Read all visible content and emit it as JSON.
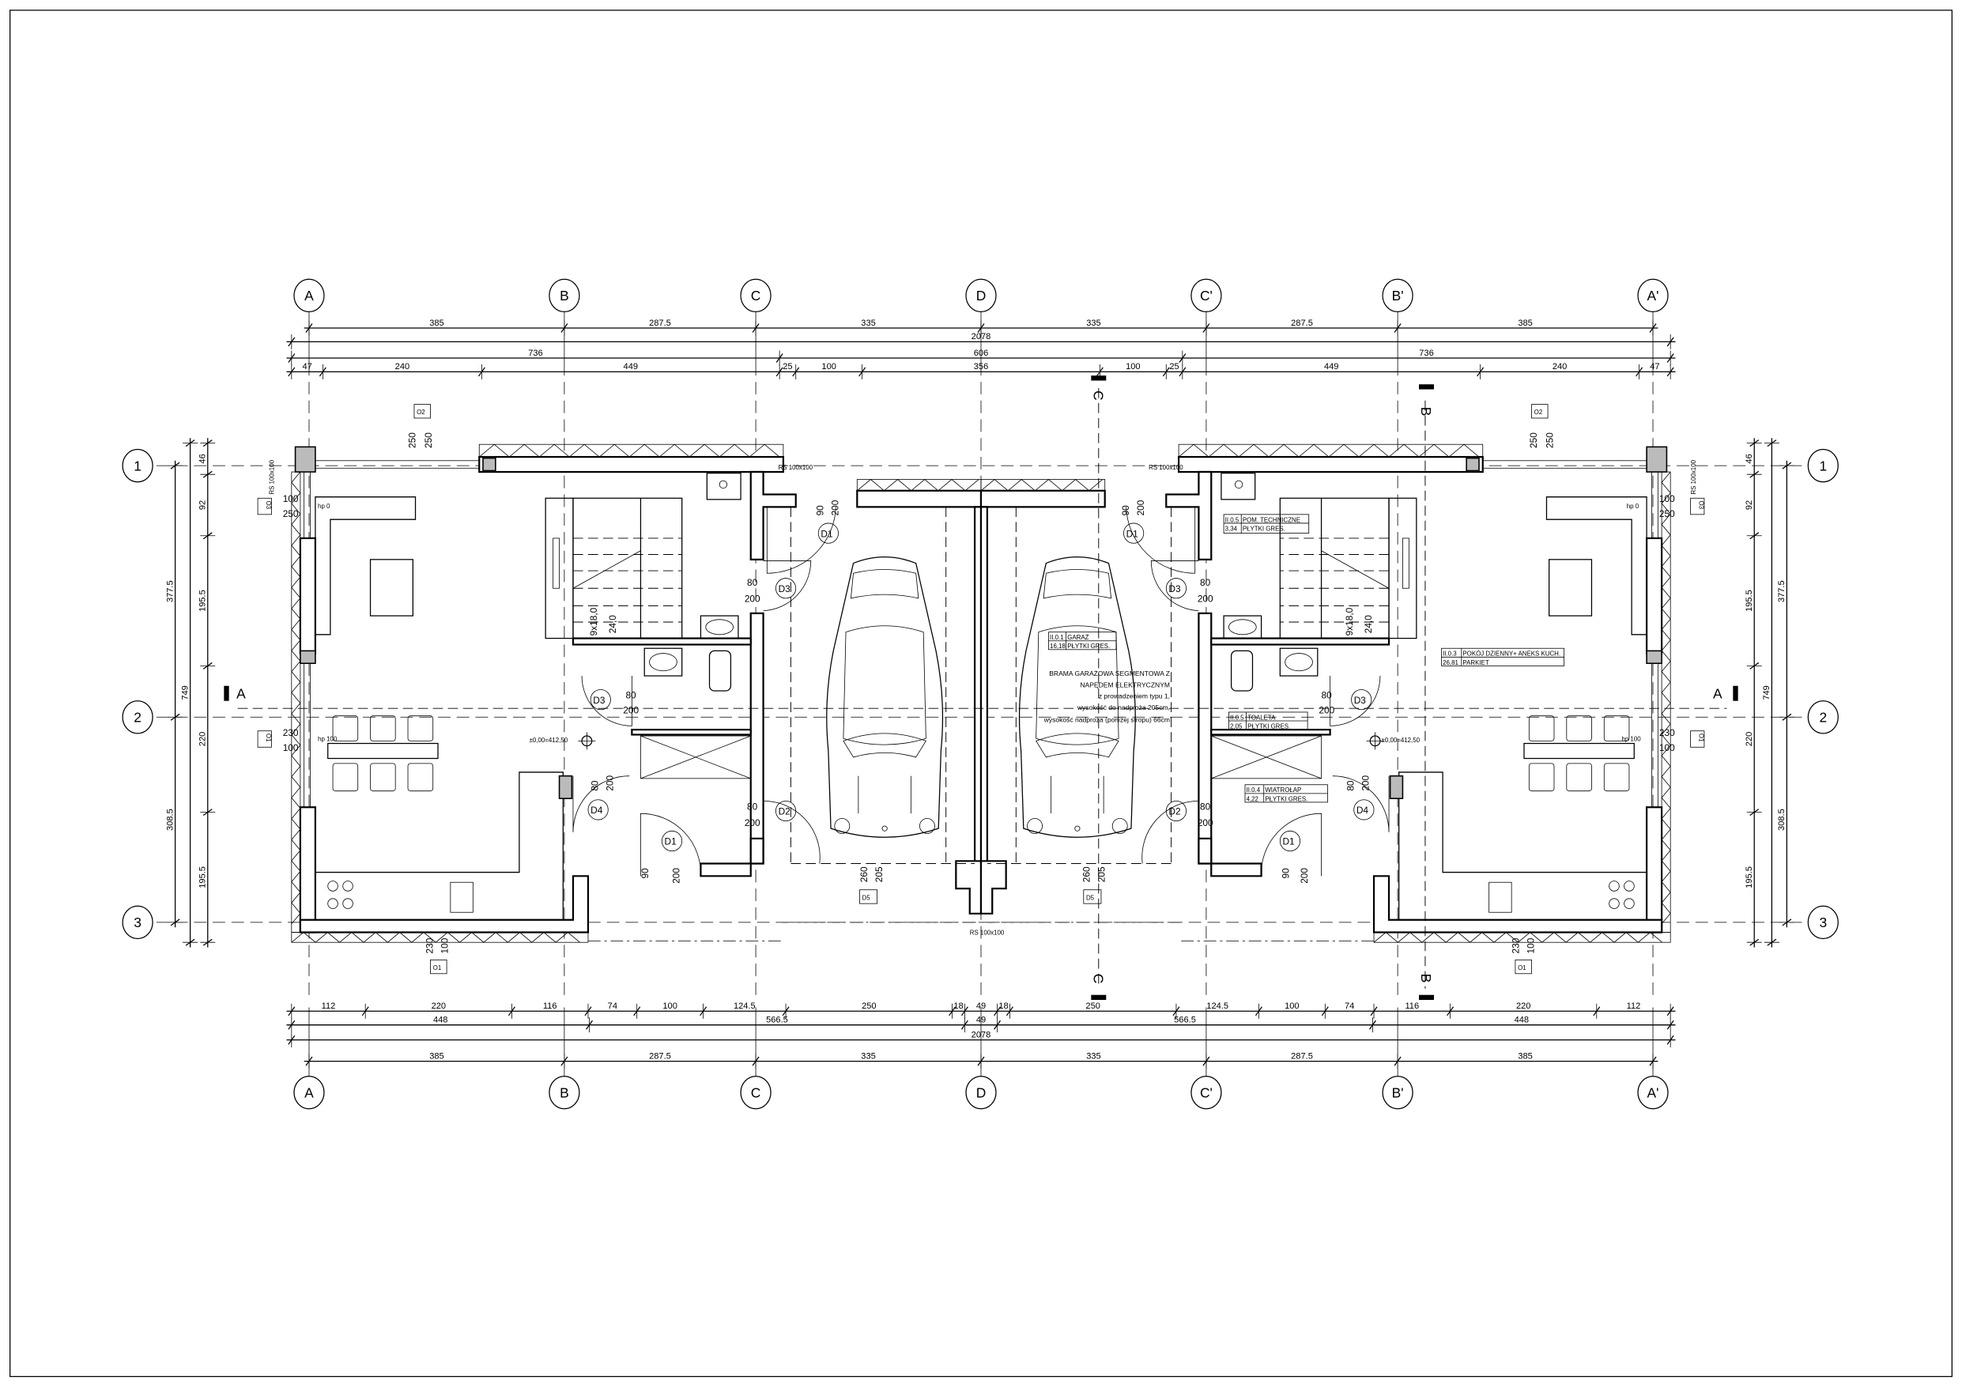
{
  "axes": {
    "columns": [
      "A",
      "B",
      "C",
      "D",
      "C'",
      "B'",
      "A'"
    ],
    "rows": [
      "1",
      "2",
      "3"
    ]
  },
  "dimensions": {
    "top": {
      "axes": [
        "385",
        "287.5",
        "335",
        "335",
        "287.5",
        "385"
      ],
      "overall": [
        "2078"
      ],
      "zones": [
        "736",
        "606",
        "736"
      ],
      "detail": [
        "47",
        "240",
        "449",
        "25",
        "100",
        "356",
        "100",
        "25",
        "449",
        "240",
        "47"
      ]
    },
    "bottom": {
      "detail": [
        "112",
        "220",
        "116",
        "74",
        "100",
        "124.5",
        "250",
        "18",
        "49",
        "18",
        "250",
        "124.5",
        "100",
        "74",
        "116",
        "220",
        "112"
      ],
      "zones": [
        "448",
        "566.5",
        "49",
        "566.5",
        "448"
      ],
      "overall": [
        "2078"
      ],
      "axes": [
        "385",
        "287.5",
        "335",
        "335",
        "287.5",
        "385"
      ]
    },
    "side": {
      "detail": [
        "46",
        "92",
        "195.5",
        "220",
        "195.5"
      ],
      "overall": [
        "749"
      ],
      "axes": [
        "377.5",
        "308.5"
      ]
    }
  },
  "rooms": {
    "garage": {
      "number": "II.0.1",
      "name": "GARAŻ",
      "area": "16,18",
      "floor": "PŁYTKI GRES."
    },
    "living": {
      "number": "II.0.3",
      "name": "POKÓJ DZIENNY+ ANEKS KUCH.",
      "area": "26,81",
      "floor": "PARKIET"
    },
    "vestibule": {
      "number": "II.0.4",
      "name": "WIATROŁAP",
      "area": "4,22",
      "floor": "PŁYTKI GRES."
    },
    "toilet": {
      "number": "II.0.5",
      "name": "TOALETA",
      "area": "2,05",
      "floor": "PŁYTKI GRES."
    },
    "technical": {
      "number": "II.0.5",
      "name": "POM. TECHNICZNE",
      "area": "3,34",
      "floor": "PŁYTKI GRES."
    }
  },
  "garage_gate_note": [
    "BRAMA GARAŻOWA SEGMENTOWA Z",
    "NAPĘDEM ELEKTRYCZNYM",
    "z prowadzeniem typu 1,",
    "wysokość do nadproża 205cm,",
    "wysokość nadproża (poniżej stropu) 66cm"
  ],
  "doors": {
    "d1": {
      "tag": "D1",
      "width": "90",
      "height": "200"
    },
    "d2": {
      "tag": "D2",
      "width": "80",
      "height": "200"
    },
    "d3": {
      "tag": "D3",
      "width": "80",
      "height": "200"
    },
    "d4": {
      "tag": "D4",
      "width": "80",
      "height": "200"
    },
    "d5": {
      "tag": "D5",
      "width": "260",
      "height": "205"
    }
  },
  "windows": {
    "o1": {
      "tag": "O1",
      "width": "230",
      "height": "100",
      "sill": "hp 100"
    },
    "o2": {
      "tag": "O2",
      "width": "250",
      "height": "250"
    },
    "o3": {
      "tag": "O3",
      "width": "100",
      "height": "250",
      "sill": "hp 0"
    }
  },
  "stairs": {
    "steps": "9x18,0",
    "tread": "24,0"
  },
  "elevation": "±0,00=412,50",
  "vent_label": "RS 100x100",
  "sections": {
    "a": "A",
    "b": "B",
    "c": "C"
  }
}
